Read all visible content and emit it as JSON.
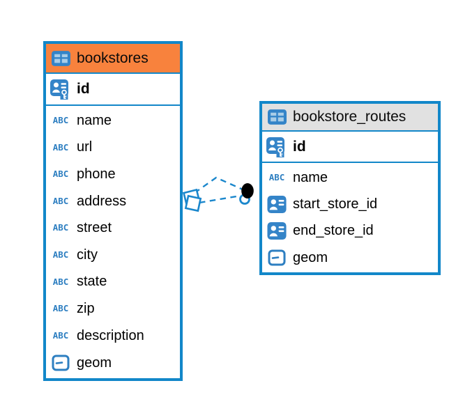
{
  "diagram": {
    "type": "entity-relationship",
    "colors": {
      "border_blue": "#1287c9",
      "icon_blue": "#3484c8",
      "icon_light_blue": "#a9cde7",
      "bookstores_header_bg": "#f8823d",
      "routes_header_bg": "#e1e1e1",
      "connector_blue": "#1b87cc",
      "connector_dot": "#000000"
    },
    "icons": {
      "table": "table-grid-icon",
      "primary_key": "person-key-icon",
      "reference": "person-card-icon",
      "geometry": "geometry-box-icon",
      "text_type_label": "ABC"
    }
  },
  "tables": [
    {
      "name": "bookstores",
      "primary_key": "id",
      "columns": [
        {
          "name": "name",
          "type": "text"
        },
        {
          "name": "url",
          "type": "text"
        },
        {
          "name": "phone",
          "type": "text"
        },
        {
          "name": "address",
          "type": "text"
        },
        {
          "name": "street",
          "type": "text"
        },
        {
          "name": "city",
          "type": "text"
        },
        {
          "name": "state",
          "type": "text"
        },
        {
          "name": "zip",
          "type": "text"
        },
        {
          "name": "description",
          "type": "text"
        },
        {
          "name": "geom",
          "type": "geometry"
        }
      ]
    },
    {
      "name": "bookstore_routes",
      "primary_key": "id",
      "columns": [
        {
          "name": "name",
          "type": "text"
        },
        {
          "name": "start_store_id",
          "type": "reference"
        },
        {
          "name": "end_store_id",
          "type": "reference"
        },
        {
          "name": "geom",
          "type": "geometry"
        }
      ]
    }
  ],
  "relationships": [
    {
      "from_table": "bookstore_routes",
      "to_table": "bookstores",
      "style": "dashed"
    },
    {
      "from_table": "bookstore_routes",
      "to_table": "bookstores",
      "style": "dashed"
    }
  ]
}
